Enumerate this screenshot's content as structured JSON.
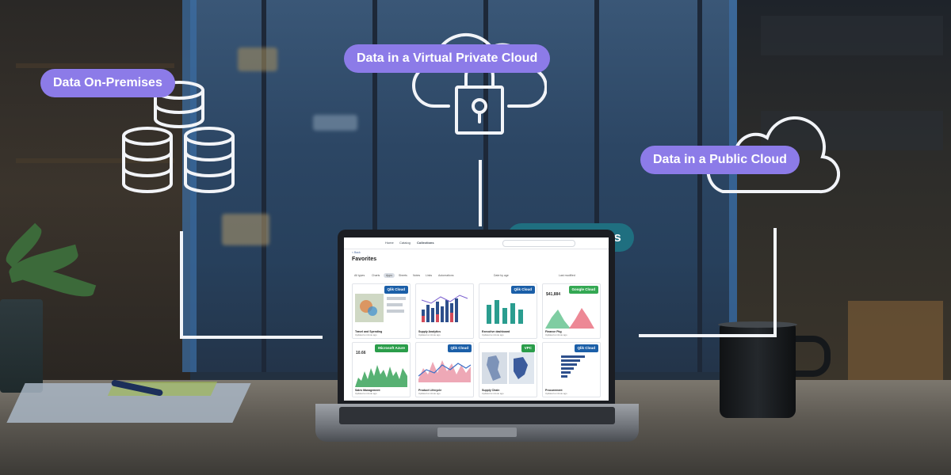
{
  "labels": {
    "on_premises": "Data On-Premises",
    "virtual_private_cloud": "Data in a Virtual Private Cloud",
    "public_cloud": "Data in a Public Cloud",
    "cloud_analytics": "Cloud Analytics"
  },
  "colors": {
    "pill_purple": "#8c7be8",
    "pill_teal": "#1f6f80",
    "line_white": "#f2f4f8"
  },
  "icons": {
    "on_premises": "database-stack-icon",
    "virtual_private_cloud": "cloud-lock-icon",
    "public_cloud": "cloud-icon"
  },
  "dashboard": {
    "nav": [
      "Home",
      "Catalog",
      "Collections"
    ],
    "back_link": "< Back",
    "title": "Favorites",
    "filters": [
      "All types",
      "Charts",
      "Apps",
      "Sheets",
      "Notes",
      "Links",
      "Automations"
    ],
    "filter_sort": "Date by age",
    "filter_modified": "Last modified",
    "cards": [
      {
        "badge": "Qlik Cloud",
        "title": "Travel and Spending",
        "sub": "Updated a minute ago"
      },
      {
        "badge": "",
        "title": "Supply Analytics",
        "sub": "Updated a minute ago"
      },
      {
        "badge": "Qlik Cloud",
        "title": "Executive dashboard",
        "sub": "Updated a minute ago"
      },
      {
        "badge": "Google Cloud",
        "kpi": "$41,884",
        "title": "Finance Pkg",
        "sub": "Updated a minute ago"
      },
      {
        "badge": "Microsoft Azure",
        "kpi": "10.66",
        "title": "Sales Management",
        "sub": "Updated a minute ago"
      },
      {
        "badge": "Qlik Cloud",
        "title": "Product Lifecycle",
        "sub": "Updated a minute ago"
      },
      {
        "badge": "VPC",
        "title": "Supply Chain",
        "sub": "Updated a minute ago"
      },
      {
        "badge": "Qlik Cloud",
        "title": "Procurement",
        "sub": "Updated a minute ago"
      }
    ]
  }
}
